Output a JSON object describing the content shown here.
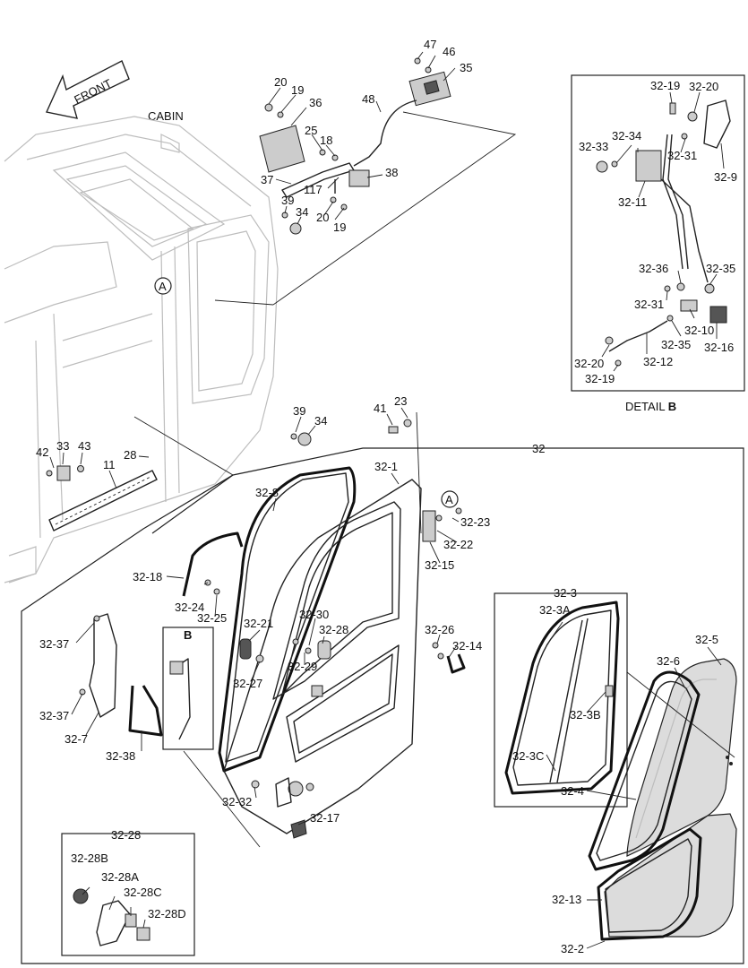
{
  "header": {
    "front_label": "FRONT",
    "cabin_label": "CABIN"
  },
  "detail": {
    "title_prefix": "DETAIL ",
    "title_letter": "B"
  },
  "callouts": {
    "A1": "A",
    "A2": "A",
    "B": "B",
    "p47": "47",
    "p46": "46",
    "p35": "35",
    "p48": "48",
    "p20a": "20",
    "p19a": "19",
    "p36": "36",
    "p25": "25",
    "p18": "18",
    "p37": "37",
    "p117": "117",
    "p38": "38",
    "p39a": "39",
    "p34a": "34",
    "p20b": "20",
    "p19b": "19",
    "p39b": "39",
    "p34b": "34",
    "p41": "41",
    "p23": "23",
    "p42": "42",
    "p33": "33",
    "p43": "43",
    "p28": "28",
    "p11": "11",
    "p32": "32",
    "p32_1": "32-1",
    "p32_8": "32-8",
    "p32_23": "32-23",
    "p32_22": "32-22",
    "p32_15": "32-15",
    "p32_18": "32-18",
    "p32_24": "32-24",
    "p32_25": "32-25",
    "p32_21": "32-21",
    "p32_30": "32-30",
    "p32_28": "32-28",
    "p32_27": "32-27",
    "p32_29": "32-29",
    "p32_26": "32-26",
    "p32_14": "32-14",
    "p32_37a": "32-37",
    "p32_37b": "32-37",
    "p32_7": "32-7",
    "p32_38": "32-38",
    "p32_32": "32-32",
    "p32_17": "32-17",
    "p32_3": "32-3",
    "p32_3A": "32-3A",
    "p32_3B": "32-3B",
    "p32_3C": "32-3C",
    "p32_5": "32-5",
    "p32_6": "32-6",
    "p32_4": "32-4",
    "p32_13": "32-13",
    "p32_2": "32-2",
    "p32_28_title": "32-28",
    "p32_28B": "32-28B",
    "p32_28A": "32-28A",
    "p32_28C": "32-28C",
    "p32_28D": "32-28D",
    "d32_19": "32-19",
    "d32_20": "32-20",
    "d32_34": "32-34",
    "d32_33": "32-33",
    "d32_31a": "32-31",
    "d32_9": "32-9",
    "d32_11": "32-11",
    "d32_36": "32-36",
    "d32_35a": "32-35",
    "d32_31b": "32-31",
    "d32_10": "32-10",
    "d32_35b": "32-35",
    "d32_16": "32-16",
    "d32_20b": "32-20",
    "d32_12": "32-12",
    "d32_19b": "32-19"
  }
}
